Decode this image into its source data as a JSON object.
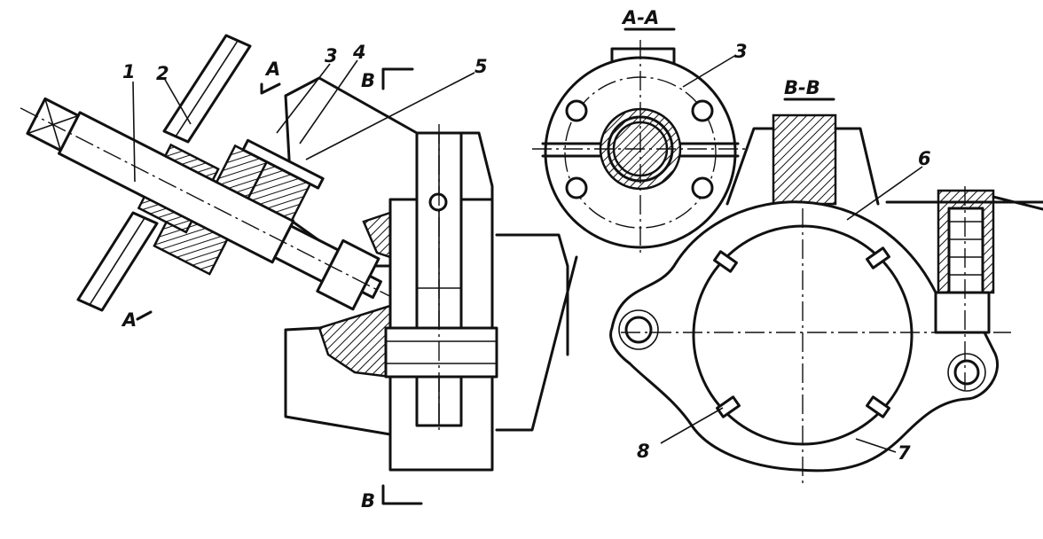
{
  "callouts": {
    "c1": "1",
    "c2": "2",
    "c3": "3",
    "c4": "4",
    "c5": "5",
    "c3b": "3",
    "c6": "6",
    "c7": "7",
    "c8": "8"
  },
  "section_marks": {
    "a_top": "A",
    "a_bottom": "A",
    "b_top": "B",
    "b_bottom": "B"
  },
  "section_titles": {
    "aa": "A-A",
    "bb": "B-B"
  }
}
